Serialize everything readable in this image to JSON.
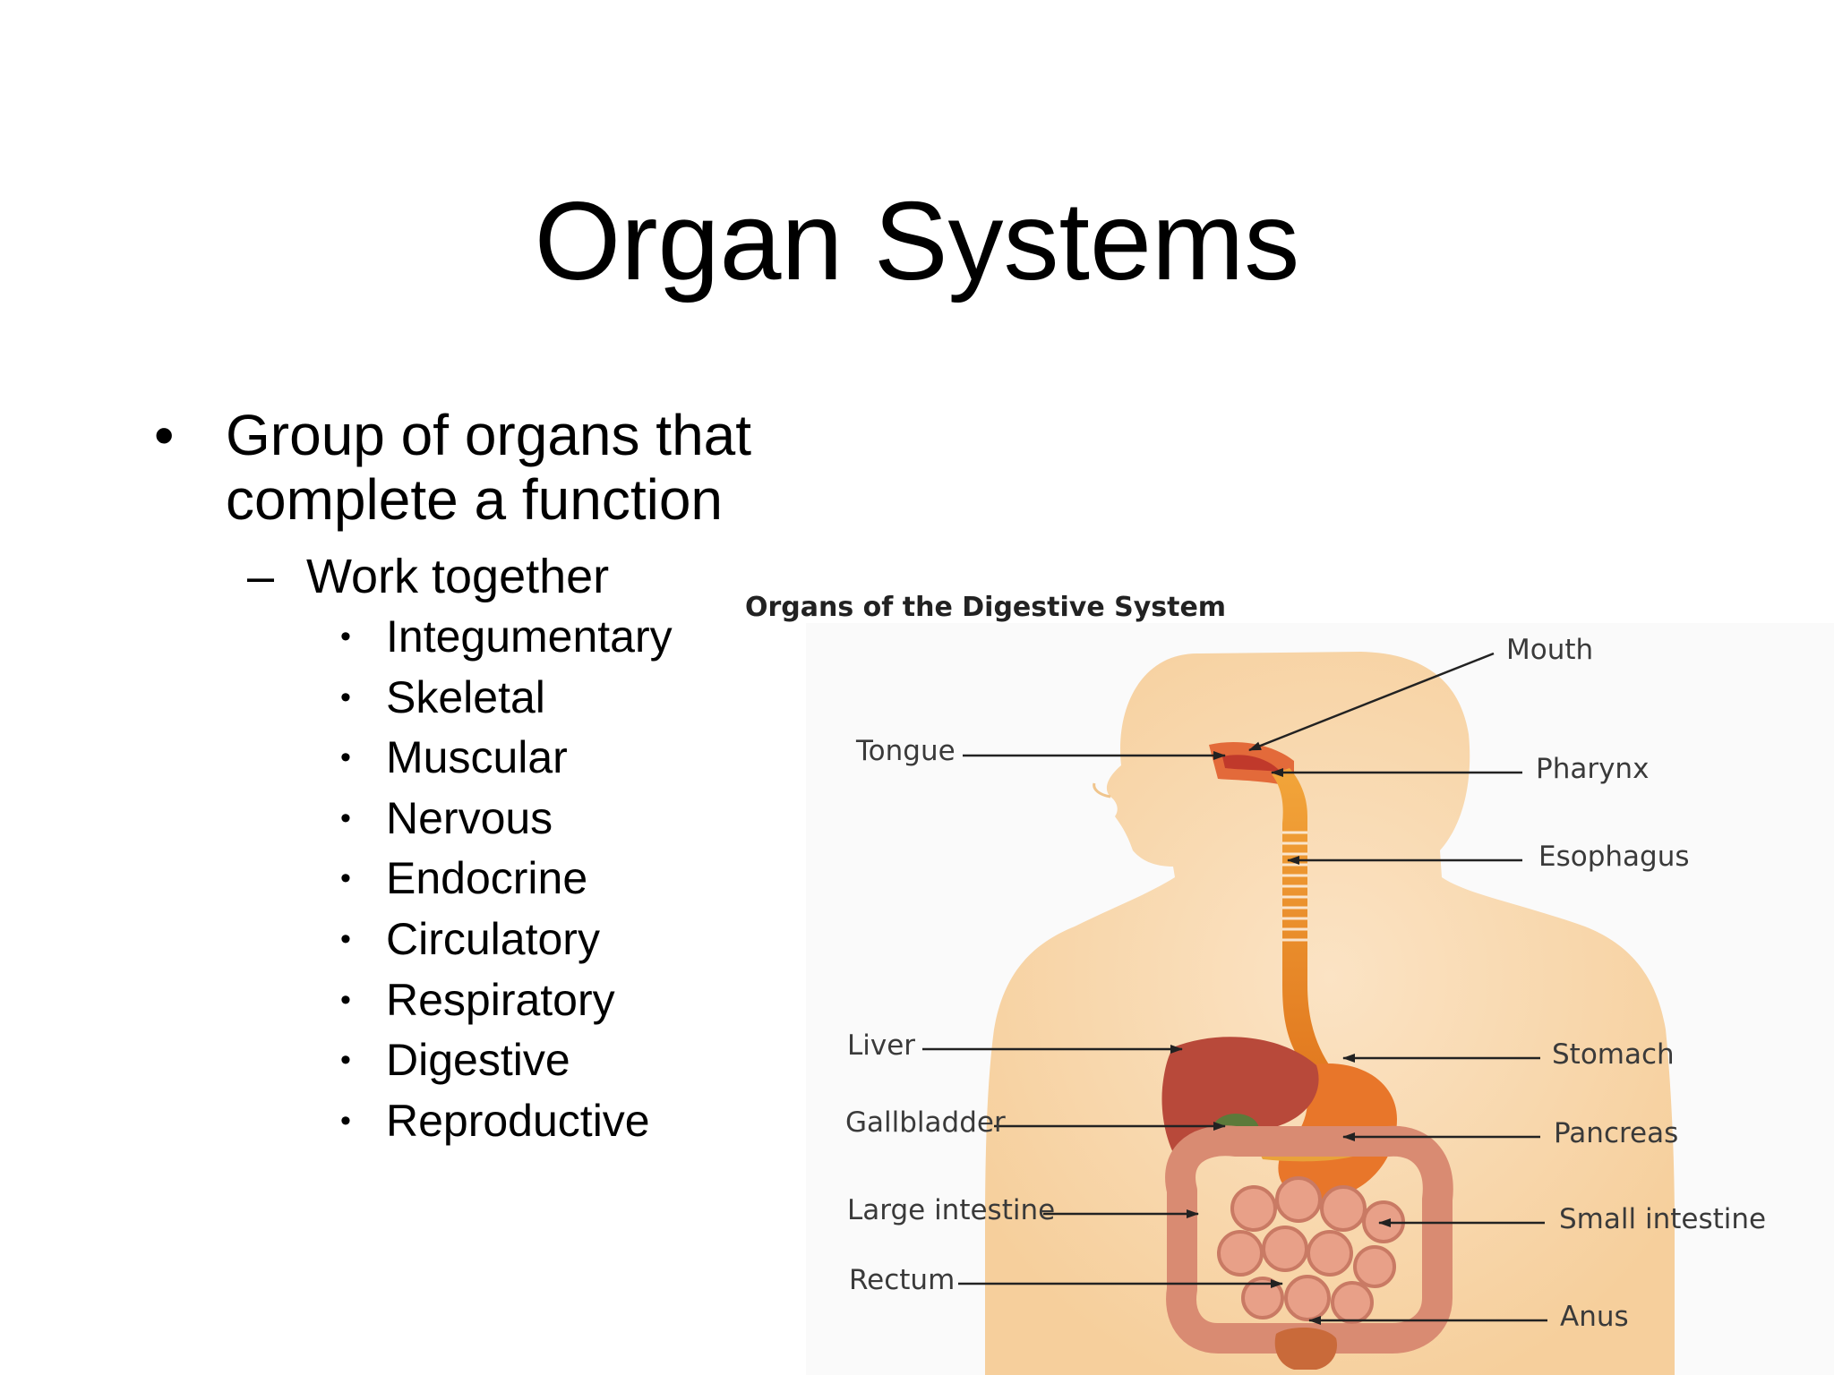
{
  "slide": {
    "title": "Organ Systems",
    "bullet_main": "Group of organs that complete a function",
    "bullet_sub": "Work together",
    "systems": [
      "Integumentary",
      "Skeletal",
      "Muscular",
      "Nervous",
      "Endocrine",
      "Circulatory",
      "Respiratory",
      "Digestive",
      "Reproductive"
    ]
  },
  "diagram": {
    "title": "Organs of the Digestive System",
    "labels": {
      "mouth": "Mouth",
      "tongue": "Tongue",
      "pharynx": "Pharynx",
      "esophagus": "Esophagus",
      "liver": "Liver",
      "stomach": "Stomach",
      "gallbladder": "Gallbladder",
      "pancreas": "Pancreas",
      "large_intestine": "Large intestine",
      "small_intestine": "Small intestine",
      "rectum": "Rectum",
      "anus": "Anus"
    },
    "colors": {
      "body": "#f9d9b0",
      "tract": "#f0a030",
      "organ_red": "#c0503a",
      "intestine": "#e5a088"
    }
  }
}
